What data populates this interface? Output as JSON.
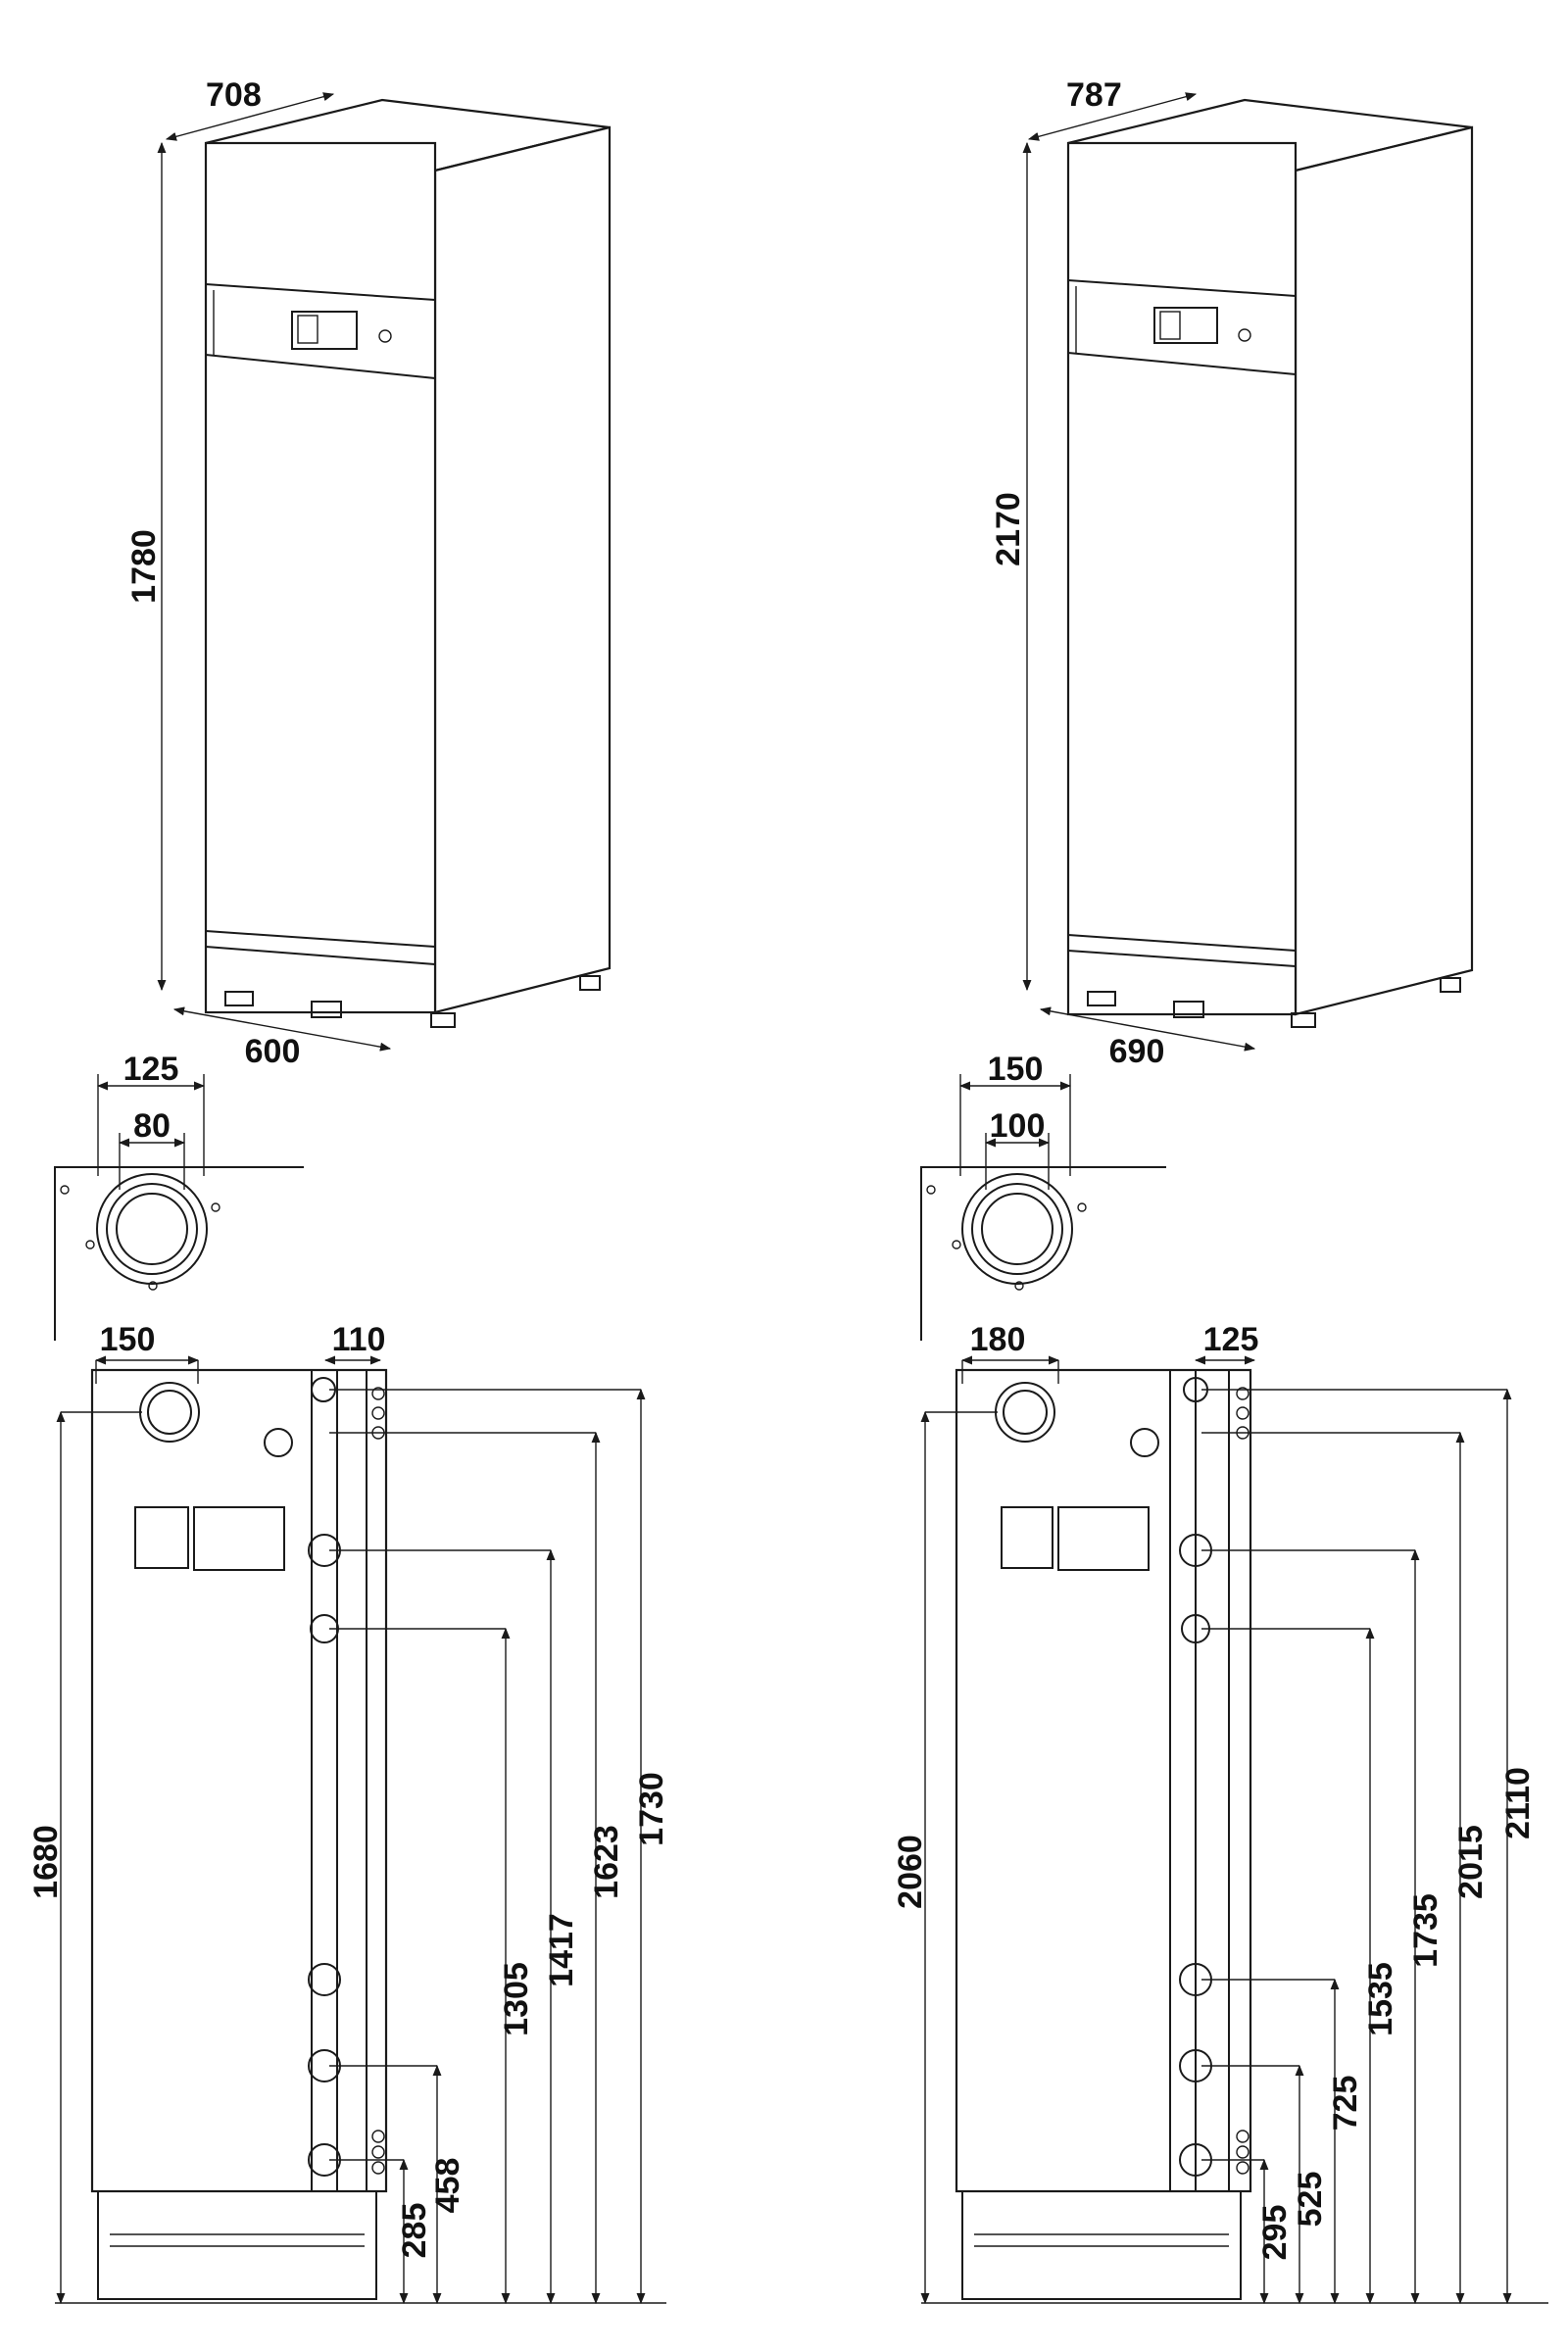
{
  "colors": {
    "line": "#1a1a1a",
    "text": "#111111",
    "background": "#ffffff"
  },
  "left": {
    "top_view": {
      "depth": "708",
      "height": "1780",
      "width": "600"
    },
    "flue": {
      "outer": "125",
      "inner": "80"
    },
    "back_view": {
      "flue_width": "150",
      "connector_width": "110",
      "flue_height": "1680",
      "heights": [
        "285",
        "458",
        "1305",
        "1417",
        "1623",
        "1730"
      ]
    }
  },
  "right": {
    "top_view": {
      "depth": "787",
      "height": "2170",
      "width": "690"
    },
    "flue": {
      "outer": "150",
      "inner": "100"
    },
    "back_view": {
      "flue_width": "180",
      "connector_width": "125",
      "flue_height": "2060",
      "heights": [
        "295",
        "525",
        "725",
        "1535",
        "1735",
        "2015",
        "2110"
      ]
    }
  }
}
